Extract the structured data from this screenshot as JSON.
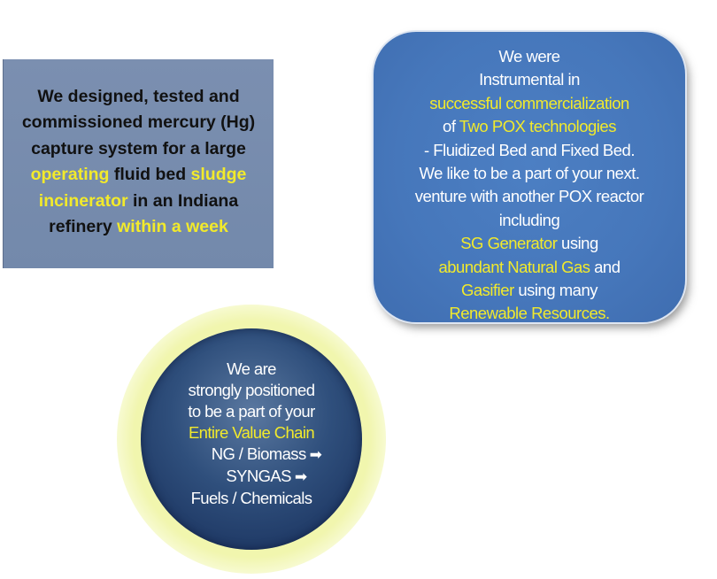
{
  "left_box": {
    "line1": "We designed, tested and",
    "line2": "commissioned mercury (Hg)",
    "line3": "capture system for a large",
    "line4_hl1": "operating",
    "line4_mid": " fluid bed ",
    "line4_hl2": "sludge",
    "line5_hl": "incinerator",
    "line5_rest": " in an Indiana",
    "line6_pre": "refinery ",
    "line6_hl": "within a week"
  },
  "right_box": {
    "line1": "We were",
    "line2": "Instrumental in",
    "line3_hl": "successful commercialization",
    "line4_pre": "of ",
    "line4_hl": "Two POX technologies",
    "line5": "- Fluidized Bed and Fixed Bed.",
    "line6": "We like to be a part of your next.",
    "line7": "venture with another POX reactor",
    "line8": "including",
    "line9_hl": "SG Generator",
    "line9_rest": " using",
    "line10_hl": "abundant Natural Gas",
    "line10_rest": " and",
    "line11_hl": "Gasifier",
    "line11_rest": " using many",
    "line12_hl": "Renewable Resources."
  },
  "circle": {
    "line1": "We are",
    "line2": "strongly positioned",
    "line3": "to be a part of your",
    "line4_hl": "Entire Value Chain",
    "line5": "NG / Biomass",
    "line6": "SYNGAS",
    "line7": "Fuels / Chemicals",
    "arrow_glyph": "➡"
  },
  "colors": {
    "highlight": "#f2ea2b",
    "left_box_bg": "#7a8eaf",
    "right_box_bg": "#4677bb",
    "circle_bg": "#1c3561",
    "glow": "#f0f5aa"
  }
}
